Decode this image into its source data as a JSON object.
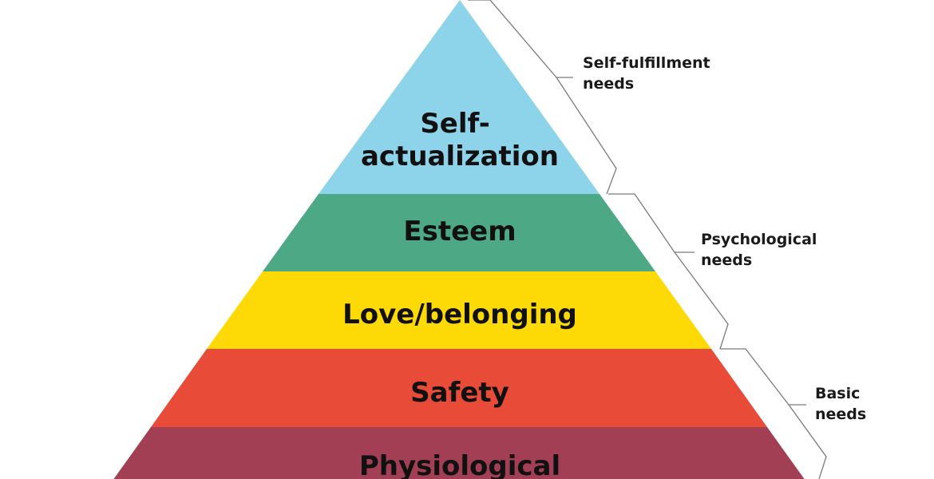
{
  "pyramid": {
    "tiers": [
      {
        "label_lines": [
          "Self-",
          "actualization"
        ],
        "color": "#8DD3EA"
      },
      {
        "label_lines": [
          "Esteem"
        ],
        "color": "#4DA886"
      },
      {
        "label_lines": [
          "Love/belonging"
        ],
        "color": "#FDDA06"
      },
      {
        "label_lines": [
          "Safety"
        ],
        "color": "#E84B37"
      },
      {
        "label_lines": [
          "Physiological"
        ],
        "color": "#A33F54"
      }
    ]
  },
  "groups": [
    {
      "label_lines": [
        "Self-fulfillment",
        "needs"
      ]
    },
    {
      "label_lines": [
        "Psychological",
        "needs"
      ]
    },
    {
      "label_lines": [
        "Basic",
        "needs"
      ]
    }
  ]
}
